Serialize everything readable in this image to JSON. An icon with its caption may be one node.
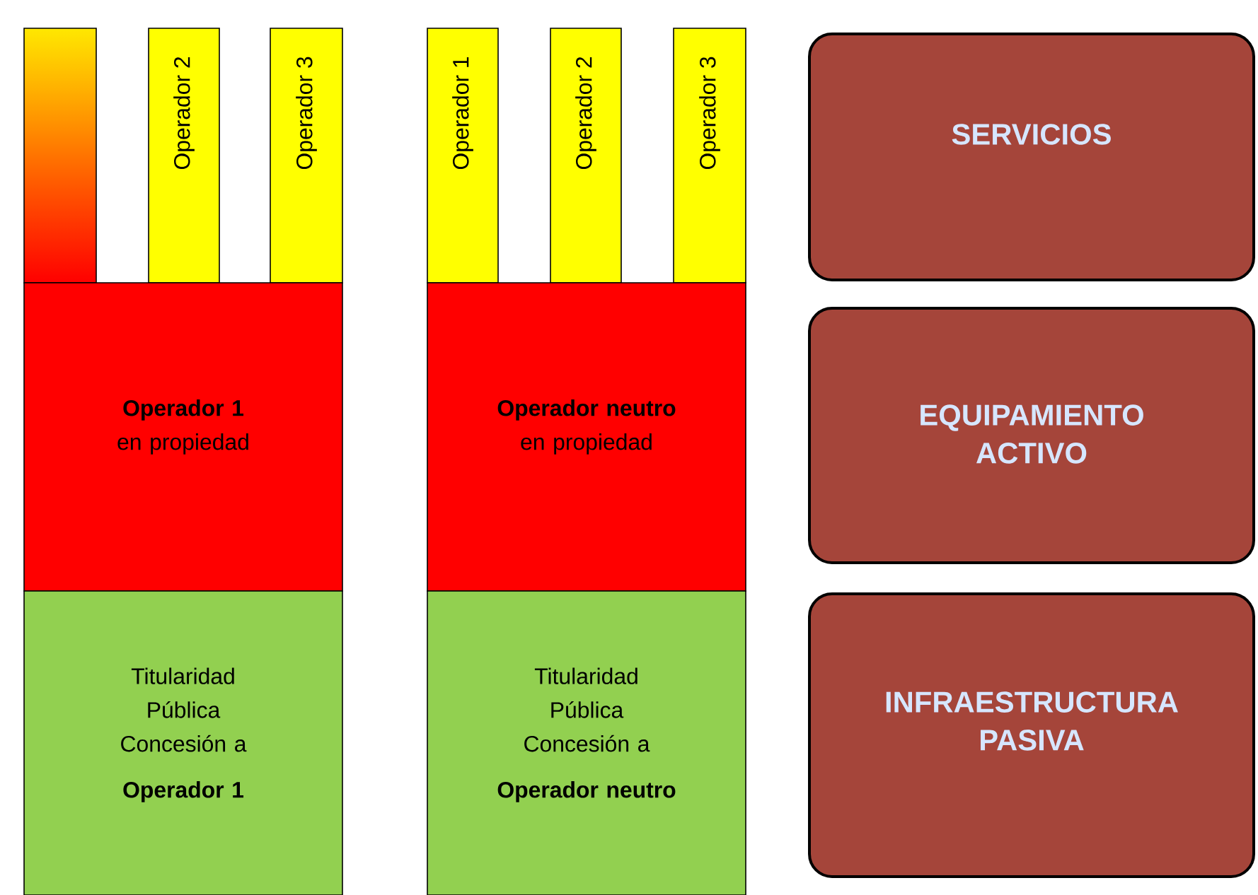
{
  "diagram": {
    "nodes": [
      {
        "text": [],
        "shape": "bar"
      },
      {
        "text": [
          "Operador 2"
        ]
      },
      {
        "text": [
          "Operador 3"
        ]
      },
      {
        "text": [
          "Operador 1"
        ]
      },
      {
        "text": [
          "Operador 2"
        ]
      },
      {
        "text": [
          "Operador 3"
        ]
      },
      {
        "text": [
          "SERVICIOS"
        ]
      },
      {
        "text": [
          "Operador 1",
          "en propiedad"
        ]
      },
      {
        "text": [
          "Operador neutro",
          "en propiedad"
        ]
      },
      {
        "text": [
          "EQUIPAMIENTO ACTIVO"
        ]
      },
      {
        "text": [
          "Titularidad Pública Concesión a",
          "Operador 1"
        ]
      },
      {
        "text": [
          "Titularidad Pública Concesión a",
          "Operador neutro"
        ]
      },
      {
        "text": [
          "INFRAESTRUCTURA PASIVA"
        ]
      }
    ]
  }
}
